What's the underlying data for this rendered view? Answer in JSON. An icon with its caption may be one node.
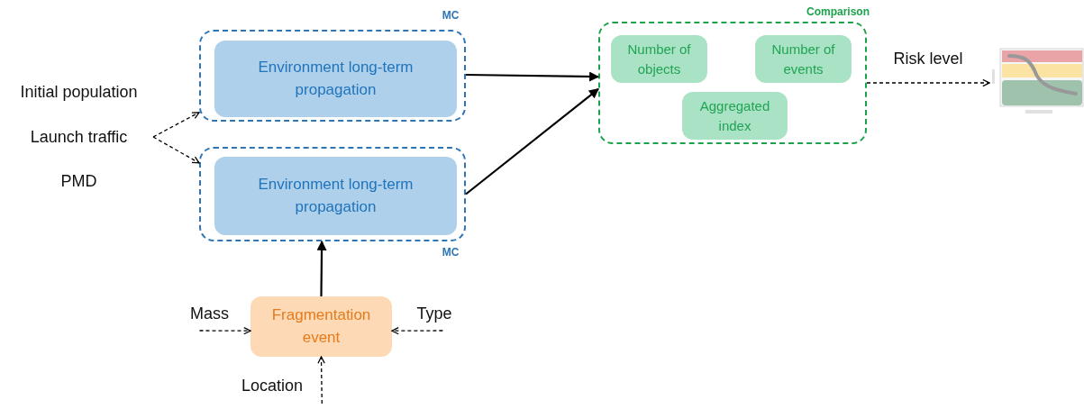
{
  "diagram": {
    "nodes": [
      {
        "text": [
          "MC"
        ]
      },
      {
        "text": [
          "Environment long-term propagation"
        ],
        "in": 0
      },
      {
        "text": [
          "MC"
        ]
      },
      {
        "text": [
          "Environment long-term propagation"
        ],
        "in": 2
      },
      {
        "text": [
          "Comparison"
        ]
      },
      {
        "text": [
          "Number of objects"
        ],
        "in": 4
      },
      {
        "text": [
          "Number of events"
        ],
        "in": 4
      },
      {
        "text": [
          "Aggregated index"
        ],
        "in": 4
      },
      {
        "text": [
          "Initial population",
          "Launch traffic",
          "PMD"
        ]
      },
      {
        "text": [
          "Fragmentation event"
        ]
      },
      {
        "text": [
          "Mass"
        ]
      },
      {
        "text": [
          "Type"
        ]
      },
      {
        "text": [
          "Location"
        ]
      },
      {
        "text": [],
        "shape": "picture"
      }
    ],
    "edges": [
      {
        "from": 8,
        "to": 0,
        "arrow": "to",
        "style": "dashed"
      },
      {
        "from": 8,
        "to": 2,
        "arrow": "to",
        "style": "dashed"
      },
      {
        "from": 0,
        "to": 4,
        "arrow": "to"
      },
      {
        "from": 2,
        "to": 4,
        "arrow": "to"
      },
      {
        "from": 9,
        "to": 2,
        "arrow": "to"
      },
      {
        "from": 10,
        "to": 9,
        "arrow": "to",
        "style": "dashed"
      },
      {
        "from": 11,
        "to": 9,
        "arrow": "to",
        "style": "dashed"
      },
      {
        "from": 12,
        "to": 9,
        "arrow": "to",
        "style": "dashed"
      },
      {
        "from": 4,
        "to": 13,
        "arrow": "to",
        "style": "dashed",
        "label": "Risk level"
      }
    ]
  }
}
